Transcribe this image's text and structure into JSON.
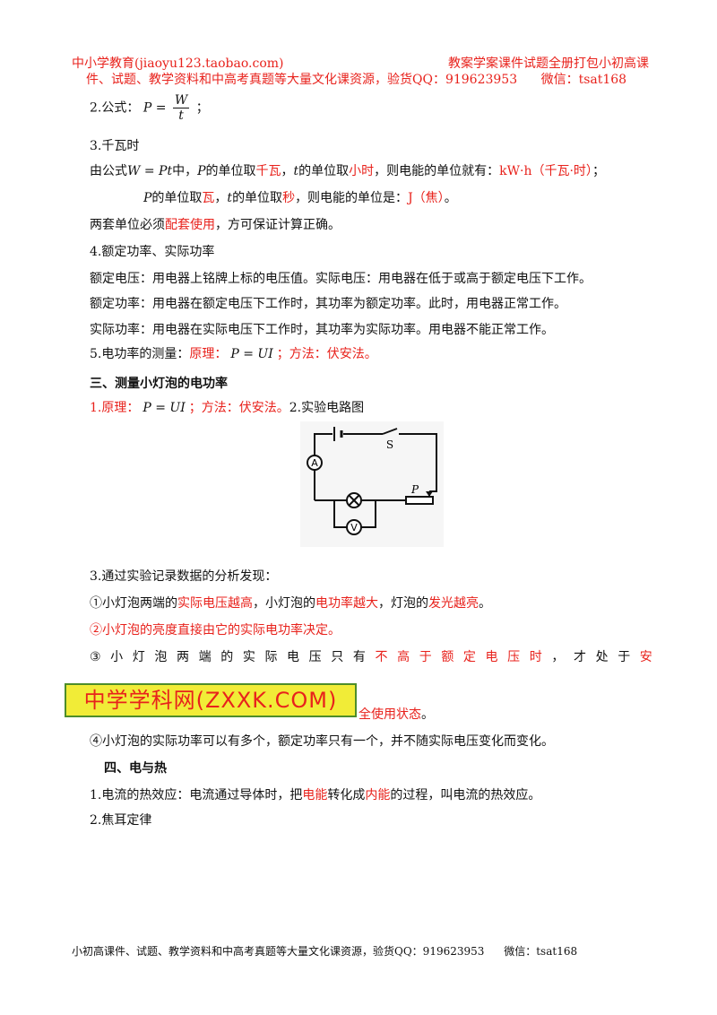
{
  "header": {
    "left": "中小学教育(jiaoyu123.taobao.com)",
    "right": "教案学案课件试题全册打包小初高课",
    "line2": "件、试题、教学资料和中高考真题等大量文化课资源，验货QQ：919623953",
    "wechat": "微信：tsat168"
  },
  "formula_section": {
    "label": "2.公式：",
    "lhs": "P",
    "eq": "=",
    "num": "W",
    "den": "t",
    "tail": "；"
  },
  "kwh": {
    "heading": "3.千瓦时",
    "line1_a": "由公式",
    "line1_formula": "W = Pt",
    "line1_b": "中，",
    "line1_P": "P",
    "line1_c": "的单位取",
    "line1_red1": "千瓦",
    "line1_d": "，",
    "line1_t": "t",
    "line1_e": "的单位取",
    "line1_red2": "小时",
    "line1_f": "，则电能的单位就有：",
    "line1_red3": "kW·h（千瓦·时）",
    "line1_g": "；",
    "line2_P": "P",
    "line2_a": "的单位取",
    "line2_red1": "瓦",
    "line2_b": "，",
    "line2_t": "t",
    "line2_c": "的单位取",
    "line2_red2": "秒",
    "line2_d": "，则电能的单位是：",
    "line2_red3": "J（焦）",
    "line2_e": "。",
    "line3_a": "两套单位必须",
    "line3_red": "配套使用",
    "line3_b": "，方可保证计算正确。"
  },
  "rated": {
    "heading": "4.额定功率、实际功率",
    "p1": "额定电压：用电器上铭牌上标的电压值。实际电压：用电器在低于或高于额定电压下工作。",
    "p2": "额定功率：用电器在额定电压下工作时，其功率为额定功率。此时，用电器正常工作。",
    "p3": "实际功率：用电器在实际电压下工作时，其功率为实际功率。用电器不能正常工作。",
    "p4_a": "5.电功率的测量：",
    "p4_red1": "原理：",
    "p4_formula": "P = UI",
    "p4_red2": "；方法：伏安法。"
  },
  "section3": {
    "title": "三、测量小灯泡的电功率",
    "l1_red1": "1.原理：",
    "l1_formula": "P = UI",
    "l1_red2": "；方法：伏安法。",
    "l1_b": "2.实验电路图",
    "circuit": {
      "ammeter": "A",
      "voltmeter": "V",
      "switch": "S",
      "slider": "P"
    },
    "analysis_heading": "3.通过实验记录数据的分析发现：",
    "a1_a": "①小灯泡两端的",
    "a1_red1": "实际电压越高",
    "a1_b": "，小灯泡的",
    "a1_red2": "电功率越大",
    "a1_c": "，灯泡的",
    "a1_red3": "发光越亮",
    "a1_d": "。",
    "a2_red": "②小灯泡的亮度直接由它的实际电功率决定。",
    "a3_chars": [
      "③",
      "小",
      "灯",
      "泡",
      "两",
      "端",
      "的",
      "实",
      "际",
      "电",
      "压",
      "只",
      "有"
    ],
    "a3_red_chars": [
      "不",
      "高",
      "于",
      "额",
      "定",
      "电",
      "压",
      "时"
    ],
    "a3_tail_chars": [
      "，",
      "才",
      "处",
      "于"
    ],
    "a3_red_end": "安",
    "logo": "中学学科网(ZXXK.COM)",
    "a3_cont": "全使用状态",
    "a3_cont_end": "。",
    "a4": "④小灯泡的实际功率可以有多个，额定功率只有一个，并不随实际电压变化而变化。"
  },
  "section4": {
    "title": "四、电与热",
    "l1_a": "1.电流的热效应：电流通过导体时，把",
    "l1_red1": "电能",
    "l1_b": "转化成",
    "l1_red2": "内能",
    "l1_c": "的过程，叫电流的热效应。",
    "l2": "2.焦耳定律"
  },
  "footer": {
    "text": "小初高课件、试题、教学资料和中高考真题等大量文化课资源，验货QQ：919623953",
    "wechat": "微信：tsat168"
  }
}
